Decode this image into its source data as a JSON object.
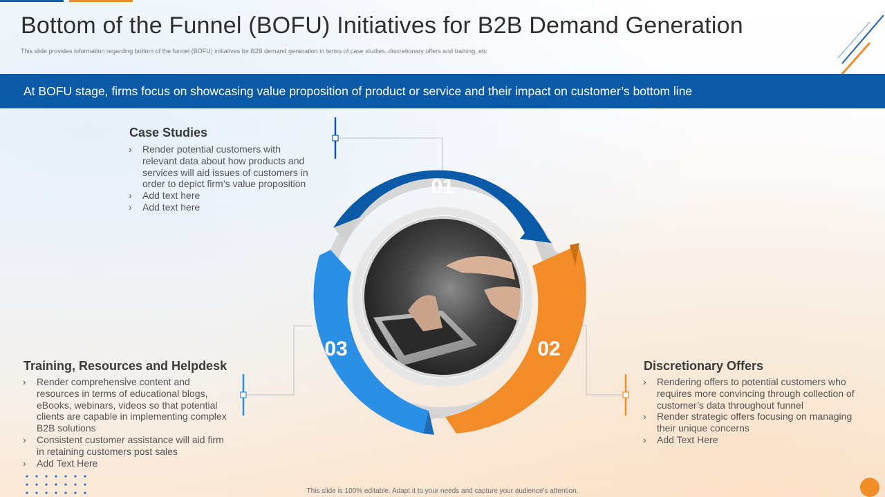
{
  "title": "Bottom of the Funnel (BOFU) Initiatives for B2B Demand Generation",
  "subtitle": "This slide provides information regarding bottom of the funnel (BOFU) initiatives for B2B demand generation in terms of case studies, discretionary offers and training, etc",
  "banner": "At BOFU stage, firms focus on showcasing value proposition of product or service and their impact on customer’s bottom line",
  "colors": {
    "blue_dark": "#0a5aa8",
    "blue_light": "#2b8fe6",
    "orange": "#f28c28",
    "ring_gray": "#d4d4d4"
  },
  "segments": {
    "s1": "01",
    "s2": "02",
    "s3": "03"
  },
  "case_studies": {
    "title": "Case Studies",
    "bullets": [
      "Render potential customers with relevant data about how products and services will aid issues of customers in order to depict firm’s value proposition",
      "Add text here",
      "Add text here"
    ]
  },
  "training": {
    "title": "Training, Resources and Helpdesk",
    "bullets": [
      "Render comprehensive content and resources in terms of educational blogs, eBooks, webinars, videos so that potential clients are capable in implementing complex B2B solutions",
      "Consistent customer assistance will aid firm in retaining customers post sales",
      "Add Text Here"
    ]
  },
  "discretionary": {
    "title": "Discretionary Offers",
    "bullets": [
      "Rendering offers to potential customers who requires more convincing through collection of customer’s data throughout funnel",
      "Render strategic offers focusing on managing their unique concerns",
      "Add Text Here"
    ]
  },
  "footer": "This slide is 100% editable. Adapt it to your needs and capture your audience’s attention."
}
